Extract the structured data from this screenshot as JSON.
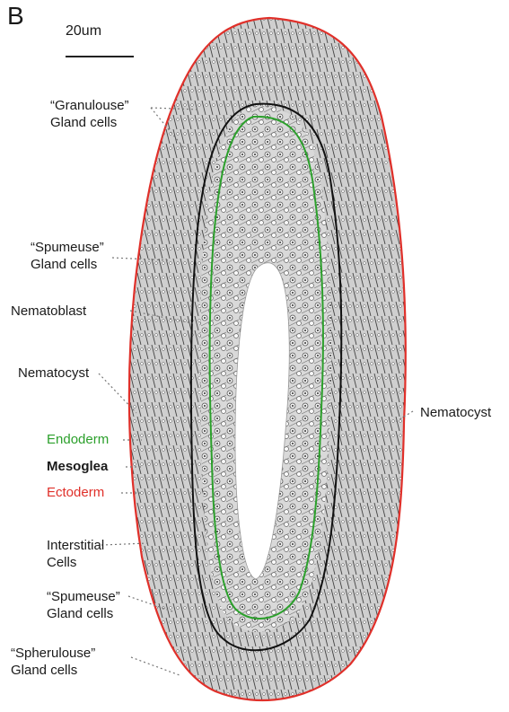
{
  "panel_label": "B",
  "scale_bar_label": "20um",
  "labels": {
    "granulouse": [
      "“Granulouse”",
      "Gland cells"
    ],
    "spumeuse_top": [
      "“Spumeuse”",
      "Gland cells"
    ],
    "nematoblast": "Nematoblast",
    "nematocyst_left": "Nematocyst",
    "nematocyst_right": "Nematocyst",
    "endoderm": "Endoderm",
    "mesoglea": "Mesoglea",
    "ectoderm": "Ectoderm",
    "interstitial": [
      "Interstitial",
      "Cells"
    ],
    "spumeuse_bottom": [
      "“Spumeuse”",
      "Gland cells"
    ],
    "spherulouse": [
      "“Spherulouse”",
      "Gland cells"
    ]
  },
  "colors": {
    "endoderm": "#2ca02c",
    "mesoglea": "#111111",
    "ectoderm": "#e0302a",
    "tissue": "#8a8a8a"
  }
}
